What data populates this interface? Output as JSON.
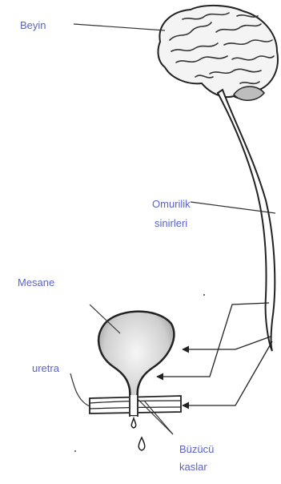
{
  "labels": {
    "brain": "Beyin",
    "spinal_nerves_line1": "Omurilik",
    "spinal_nerves_line2": "sinirleri",
    "bladder": "Mesane",
    "urethra": "uretra",
    "sphincter_line1": "Büzücü",
    "sphincter_line2": "kaslar"
  },
  "colors": {
    "label_text": "#5a63c9",
    "outline": "#222222"
  }
}
